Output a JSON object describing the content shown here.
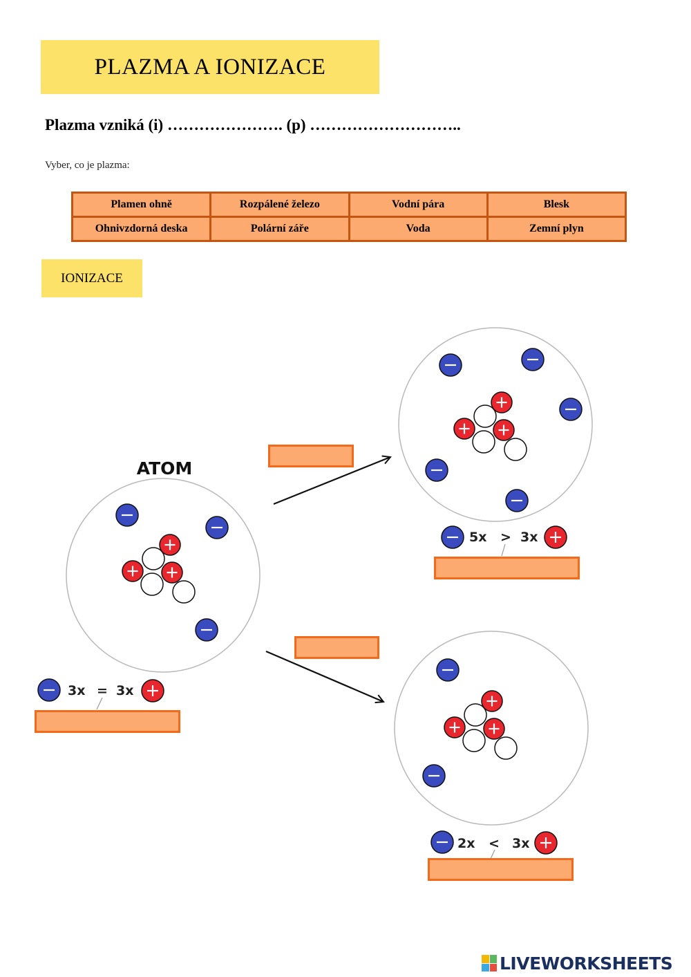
{
  "title": "PLAZMA A IONIZACE",
  "question": "Plazma vzniká (i) …………………. (p) ………………………..",
  "instruction": "Vyber, co je plazma:",
  "choices": [
    [
      "Plamen ohně",
      "Rozpálené železo",
      "Vodní pára",
      "Blesk"
    ],
    [
      "Ohnivzdorná deska",
      "Polární záře",
      "Voda",
      "Zemní plyn"
    ]
  ],
  "section_label": "IONIZACE",
  "diagram": {
    "atom_label": "ATOM",
    "equation_neutral": {
      "left": "3x",
      "operator": "=",
      "right": "3x"
    },
    "equation_top": {
      "left": "5x",
      "operator": ">",
      "right": "3x"
    },
    "equation_bottom": {
      "left": "2x",
      "operator": "<",
      "right": "3x"
    },
    "electron_symbol": "−",
    "proton_symbol": "+"
  },
  "colors": {
    "title_bg": "#fde26a",
    "table_border": "#c55611",
    "cell_bg": "#fcaa6f",
    "answer_border": "#f26b1d",
    "electron": "#3a4bbf",
    "proton": "#e8262e",
    "logo": "#1b2f5e"
  },
  "footer_logo": "LIVEWORKSHEETS"
}
